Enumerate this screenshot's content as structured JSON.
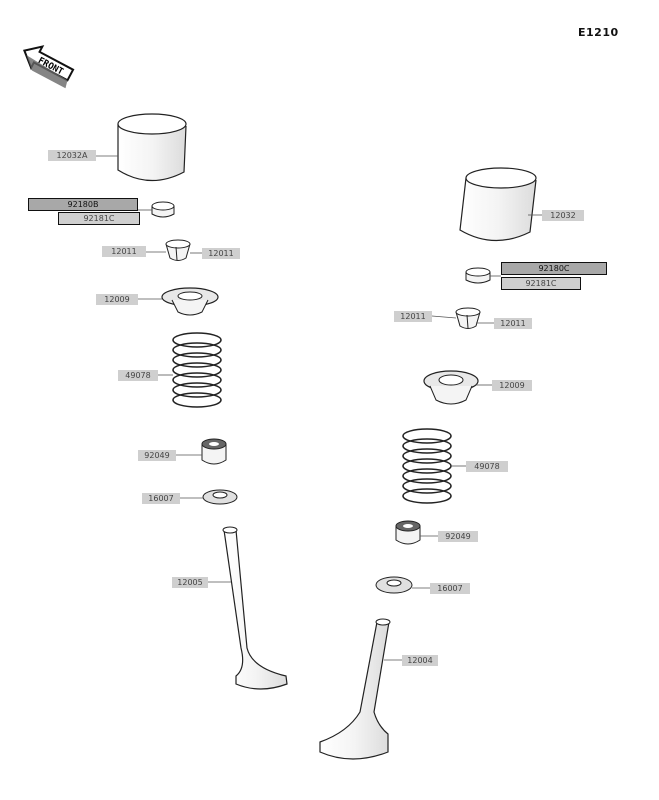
{
  "diagram_code": "E1210",
  "front_label": "FRONT",
  "intake": {
    "tappet": "12032A",
    "shim_a": "92180B",
    "shim_b": "92181C",
    "keeper_left": "12011",
    "keeper_right": "12011",
    "retainer": "12009",
    "spring": "49078",
    "seal": "92049",
    "seat": "16007",
    "valve": "12005"
  },
  "exhaust": {
    "tappet": "12032",
    "shim_a": "92180C",
    "shim_b": "92181C",
    "keeper_left": "12011",
    "keeper_right": "12011",
    "retainer": "12009",
    "spring": "49078",
    "seal": "92049",
    "seat": "16007",
    "valve": "12004"
  }
}
